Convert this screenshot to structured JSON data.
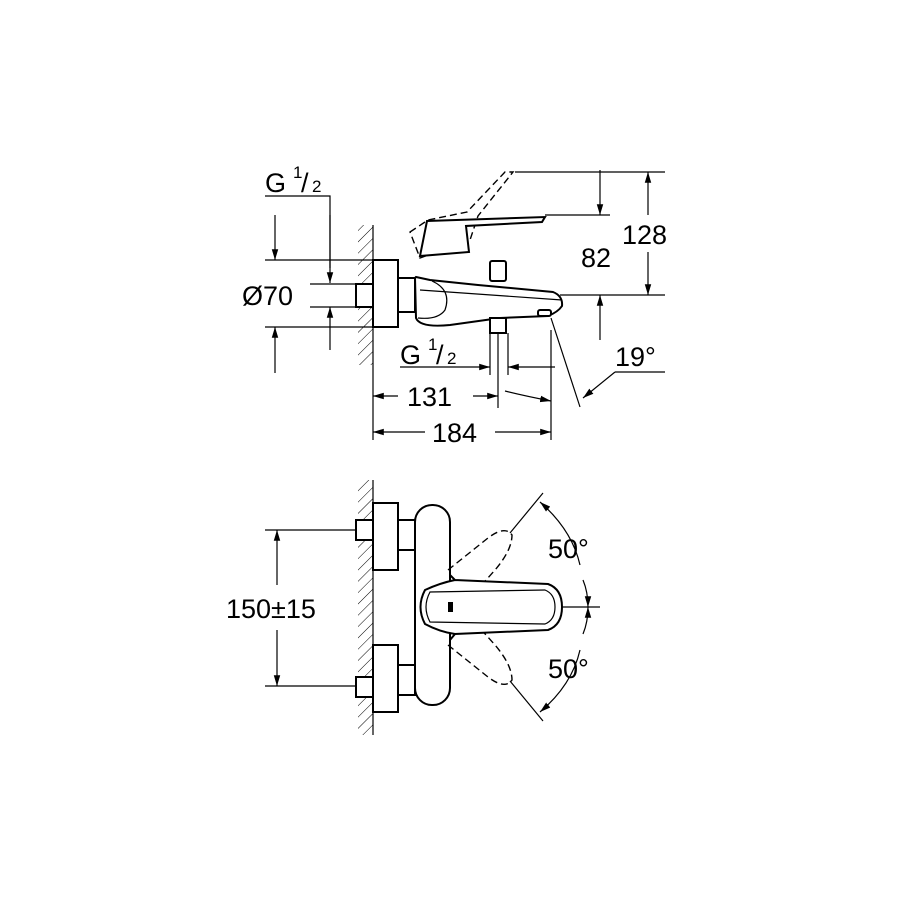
{
  "side_view": {
    "inlet_thread": {
      "main": "G",
      "num": "1",
      "den": "2"
    },
    "outlet_thread": {
      "main": "G",
      "num": "1",
      "den": "2"
    },
    "escutcheon_diameter": "Ø70",
    "height_total": "128",
    "height_spout": "82",
    "spout_angle": "19°",
    "projection_outlet": "131",
    "projection_total": "184"
  },
  "top_view": {
    "center_distance": "150±15",
    "rotation_up": "50°",
    "rotation_down": "50°"
  }
}
